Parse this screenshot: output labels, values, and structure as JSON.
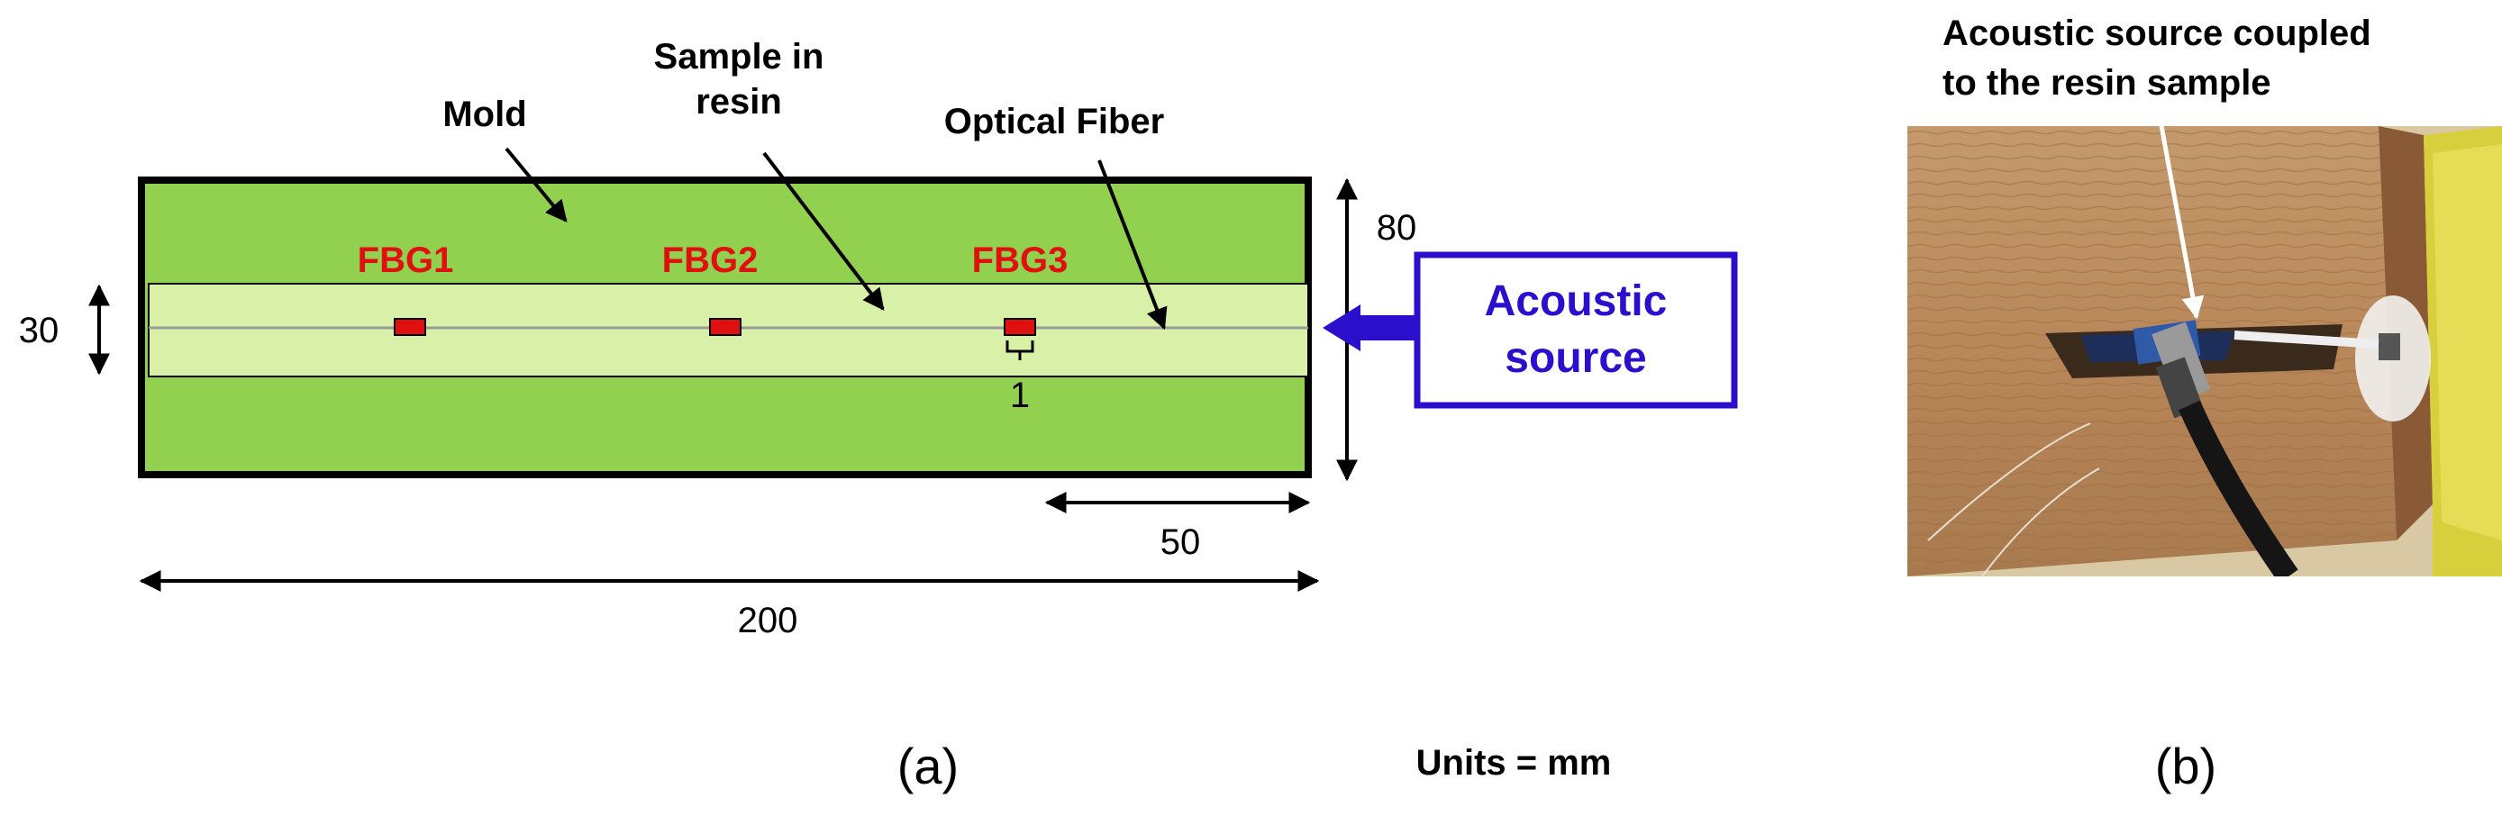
{
  "labels": {
    "mold": "Mold",
    "sample_line1": "Sample in",
    "sample_line2": "resin",
    "optical_fiber": "Optical Fiber",
    "fbg1": "FBG1",
    "fbg2": "FBG2",
    "fbg3": "FBG3",
    "source_line1": "Acoustic",
    "source_line2": "source",
    "photo_caption_line1": "Acoustic source coupled",
    "photo_caption_line2": "to the resin sample",
    "units": "Units = mm",
    "panel_a": "(a)",
    "panel_b": "(b)"
  },
  "dimensions": {
    "height_sample": "30",
    "height_mold": "80",
    "grating_length": "1",
    "offset_from_edge": "50",
    "mold_length": "200"
  },
  "colors": {
    "mold_fill": "#92d050",
    "sample_fill": "#d8f0a8",
    "fbg": "#e01010",
    "fbg_label": "#e01010",
    "source_border": "#2a10cc",
    "source_text": "#2a10cc",
    "source_arrow": "#2a10cc"
  },
  "icons": {
    "photo": "photograph-acoustic-source-on-resin-sample"
  }
}
